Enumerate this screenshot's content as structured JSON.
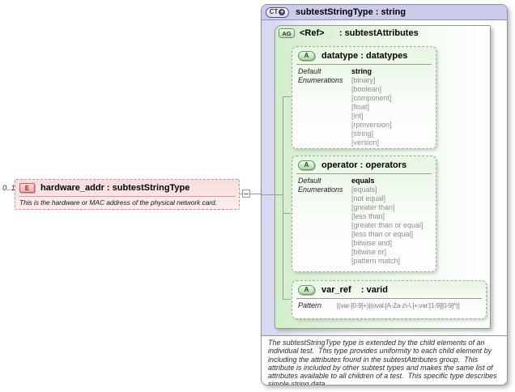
{
  "diagram": {
    "element": {
      "cardinality": "0..1",
      "icon_label": "E",
      "title": "hardware_addr : subtestStringType",
      "annotation": "This is the hardware or MAC address of the physical network card."
    },
    "complex_type": {
      "icon_label": "CT",
      "plus_glyph": "+",
      "title": "subtestStringType : string",
      "attribute_group": {
        "icon_label": "AG",
        "title": "<Ref>      : subtestAttributes",
        "attributes": [
          {
            "icon_label": "A",
            "title": "datatype : datatypes",
            "default_label": "Default",
            "default_value": "string",
            "enumerations_label": "Enumerations",
            "enumerations": [
              "[binary]",
              "[boolean]",
              "[component]",
              "[float]",
              "[int]",
              "[rpmversion]",
              "[string]",
              "[version]"
            ]
          },
          {
            "icon_label": "A",
            "title": "operator : operators",
            "default_label": "Default",
            "default_value": "equals",
            "enumerations_label": "Enumerations",
            "enumerations": [
              "[equals]",
              "[not equal]",
              "[greater than]",
              "[less than]",
              "[greater than or equal]",
              "[less than or equal]",
              "[bitwise and]",
              "[bitwise or]",
              "[pattern match]"
            ]
          },
          {
            "icon_label": "A",
            "title": "var_ref    : varid",
            "pattern_label": "Pattern",
            "pattern_value": "[(var-[0-9]+)|(oval:[A-Za-z\\-\\.]+:var:[1-9][0-9]*)]"
          }
        ]
      },
      "annotation": "The subtestStringType type is extended by the child elements of an individual test.  This type provides uniformity to each child element by including the attributes found in the subtestAttributes group.  This attribute is included by other subtest types and makes the same list of attributes available to all children of a test.  This specific type describes simple string data."
    },
    "colors": {
      "ct_header_fill": "#cbcbec",
      "ct_body_left_fill": "#d9d8f3",
      "group_fill": "#d3eecb",
      "attribute_fill": "#e7f6e2",
      "element_fill": "#f9dcdc",
      "enumeration_text": "#8f8f8f",
      "border_gray": "#8f8f9f"
    }
  }
}
